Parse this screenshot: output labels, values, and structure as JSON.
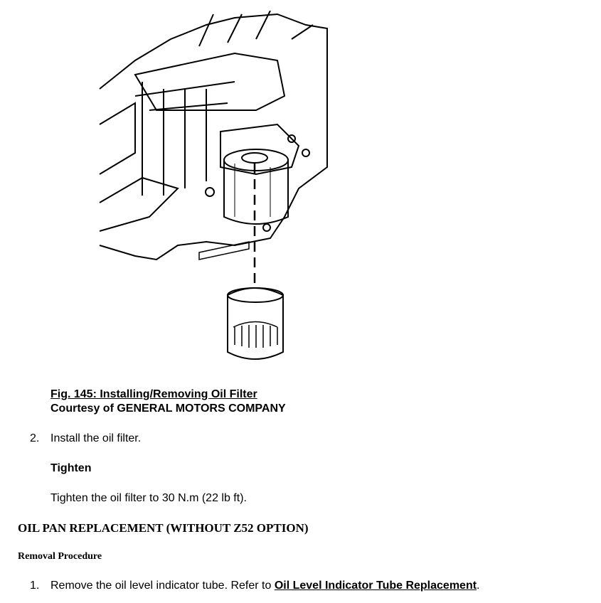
{
  "figure": {
    "caption": "Fig. 145: Installing/Removing Oil Filter",
    "courtesy_prefix": "Courtesy of ",
    "courtesy_company": "GENERAL MOTORS COMPANY"
  },
  "step2": {
    "number": "2.",
    "text": "Install the oil filter."
  },
  "tighten": {
    "heading": "Tighten",
    "text": "Tighten the oil filter to 30 N.m (22 lb ft)."
  },
  "section": {
    "title": "OIL PAN REPLACEMENT (WITHOUT Z52 OPTION)",
    "subtitle": "Removal Procedure"
  },
  "step1": {
    "number": "1.",
    "text": "Remove the oil level indicator tube. Refer to ",
    "link": "Oil Level Indicator Tube Replacement",
    "suffix": "."
  }
}
